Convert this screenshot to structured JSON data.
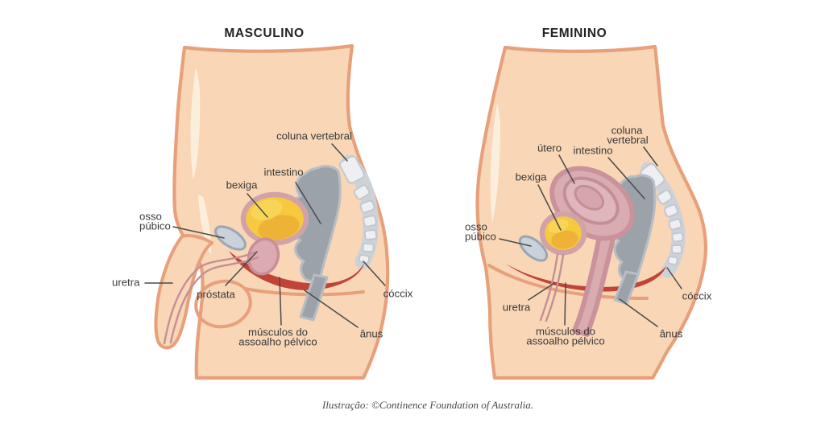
{
  "male": {
    "title": "MASCULINO",
    "labels": {
      "coluna_vertebral": "coluna vertebral",
      "intestino": "intestino",
      "bexiga": "bexiga",
      "osso_line1": "osso",
      "osso_line2": "púbico",
      "uretra": "uretra",
      "prostata": "próstata",
      "musculos_line1": "músculos do",
      "musculos_line2": "assoalho pélvico",
      "anus": "ânus",
      "coccix": "cóccix"
    }
  },
  "female": {
    "title": "FEMININO",
    "labels": {
      "coluna_line1": "coluna",
      "coluna_line2": "vertebral",
      "utero": "útero",
      "intestino": "intestino",
      "bexiga": "bexiga",
      "osso_line1": "osso",
      "osso_line2": "púbico",
      "uretra": "uretra",
      "musculos_line1": "músculos do",
      "musculos_line2": "assoalho pélvico",
      "anus": "ânus",
      "coccix": "cóccix"
    }
  },
  "caption": "Ilustração: ©Continence Foundation of Australia.",
  "colors": {
    "background": "#ffffff",
    "skin": "#f8d6b6",
    "skin_outline": "#e7a07a",
    "skin_highlight": "#fceedd",
    "bladder_yellow": "#f6c93f",
    "bladder_shade": "#eeb236",
    "bladder_ring_pink": "#d2a2a9",
    "prostate_pink": "#dcabb1",
    "uterus_pink": "#d9acb2",
    "organ_pink_outline": "#c78f98",
    "intestine_gray": "#9ba2a9",
    "spine_band_gray": "#cdd2d8",
    "spine_segment": "#edeff2",
    "pelvic_floor_red": "#c04438",
    "pubic_bone_gray": "#c9d2da",
    "pointer_line": "#4a4a4a",
    "label_text": "#3a3a3a",
    "title_text": "#222222",
    "caption_text": "#4a4a4a"
  }
}
